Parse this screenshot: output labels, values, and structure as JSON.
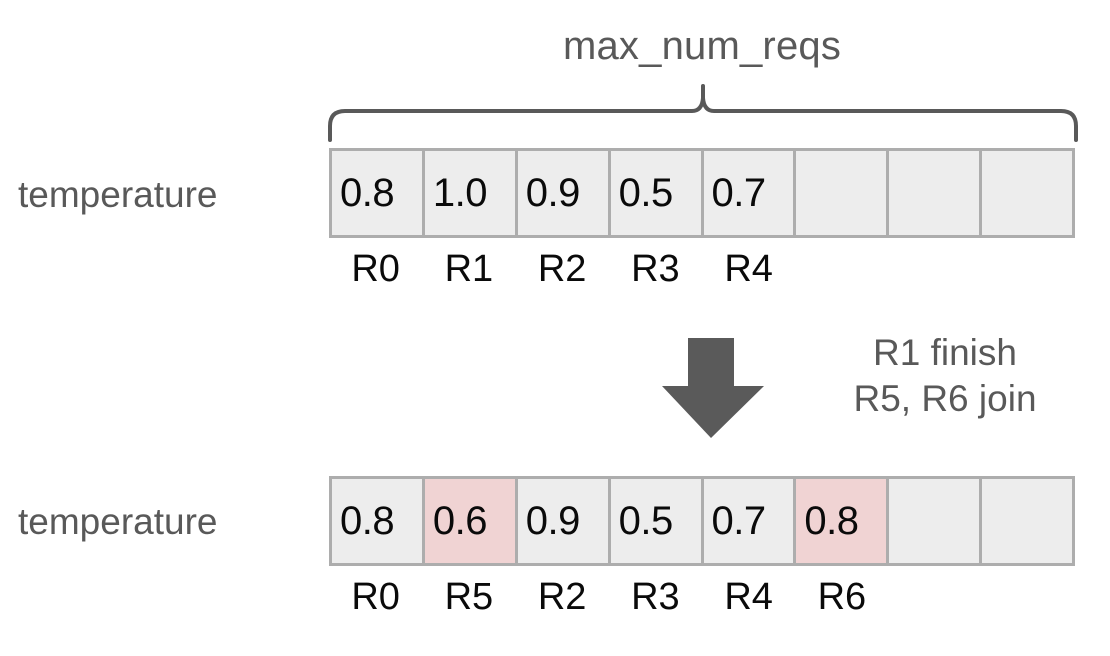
{
  "diagram": {
    "brace": {
      "caption": "max_num_reqs",
      "icon": "curly-brace-icon"
    },
    "rows": [
      {
        "id": "row-before",
        "label": "temperature",
        "cells": [
          {
            "value": "0.8",
            "highlighted": false
          },
          {
            "value": "1.0",
            "highlighted": false
          },
          {
            "value": "0.9",
            "highlighted": false
          },
          {
            "value": "0.5",
            "highlighted": false
          },
          {
            "value": "0.7",
            "highlighted": false
          },
          {
            "value": "",
            "highlighted": false
          },
          {
            "value": "",
            "highlighted": false
          },
          {
            "value": "",
            "highlighted": false
          }
        ],
        "slot_ids": [
          "R0",
          "R1",
          "R2",
          "R3",
          "R4",
          "",
          "",
          ""
        ]
      },
      {
        "id": "row-after",
        "label": "temperature",
        "cells": [
          {
            "value": "0.8",
            "highlighted": false
          },
          {
            "value": "0.6",
            "highlighted": true
          },
          {
            "value": "0.9",
            "highlighted": false
          },
          {
            "value": "0.5",
            "highlighted": false
          },
          {
            "value": "0.7",
            "highlighted": false
          },
          {
            "value": "0.8",
            "highlighted": true
          },
          {
            "value": "",
            "highlighted": false
          },
          {
            "value": "",
            "highlighted": false
          }
        ],
        "slot_ids": [
          "R0",
          "R5",
          "R2",
          "R3",
          "R4",
          "R6",
          "",
          ""
        ]
      }
    ],
    "transition": {
      "arrow_icon": "down-arrow-icon",
      "note_line_1": "R1 finish",
      "note_line_2": "R5, R6 join"
    },
    "colors": {
      "cell_fill": "#ededed",
      "cell_border": "#adadad",
      "highlight_fill": "#f0d3d3",
      "text_dark": "#0a0a0a",
      "text_gray": "#595959",
      "arrow_fill": "#5a5a5a",
      "background": "#ffffff"
    }
  }
}
